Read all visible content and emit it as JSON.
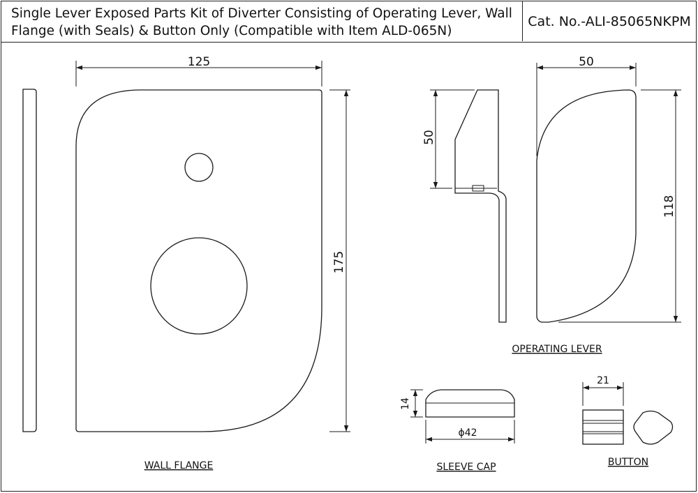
{
  "title": {
    "line1": "Single Lever Exposed Parts Kit of Diverter Consisting of Operating Lever, Wall",
    "line2": "Flange (with Seals) & Button Only (Compatible with Item ALD-065N)",
    "catalog": "Cat. No.-ALI-85065NKPM"
  },
  "views": {
    "wall_flange": {
      "label": "WALL FLANGE",
      "dim_width": "125",
      "dim_height": "175"
    },
    "operating_lever": {
      "label": "OPERATING LEVER",
      "dim_side_height": "50",
      "dim_front_width": "50",
      "dim_front_height": "118"
    },
    "sleeve_cap": {
      "label": "SLEEVE CAP",
      "dim_height": "14",
      "dim_diameter": "ϕ42"
    },
    "button": {
      "label": "BUTTON",
      "dim_width": "21"
    }
  },
  "colors": {
    "line": "#1a1a1a",
    "background": "#ffffff"
  }
}
